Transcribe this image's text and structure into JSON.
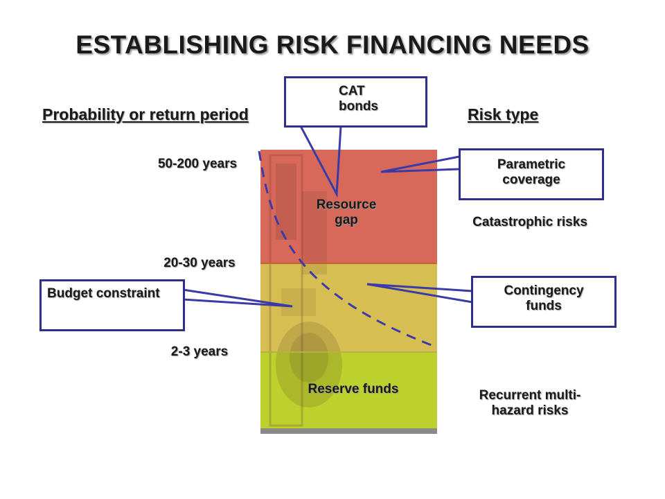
{
  "title": "ESTABLISHING RISK FINANCING NEEDS",
  "headers": {
    "left": "Probability or return period",
    "right": "Risk type"
  },
  "return_periods": [
    "50-200 years",
    "20-30 years",
    "2-3 years"
  ],
  "bands": {
    "top_label": "Resource\ngap",
    "bottom_label": "Reserve funds"
  },
  "risk_types": {
    "catastrophic": "Catastrophic risks",
    "recurrent": "Recurrent multi-\nhazard risks"
  },
  "callouts": {
    "cat_bonds": "CAT\nbonds",
    "parametric": "Parametric\ncoverage",
    "contingency": "Contingency\nfunds",
    "budget": "Budget constraint"
  },
  "colors": {
    "catastrophic_band": "#d8695a",
    "intermediate_band": "#d6be52",
    "recurrent_band": "#bdd12e",
    "callout_border": "#2e2e8c",
    "budget_curve": "#3a3aa8"
  }
}
